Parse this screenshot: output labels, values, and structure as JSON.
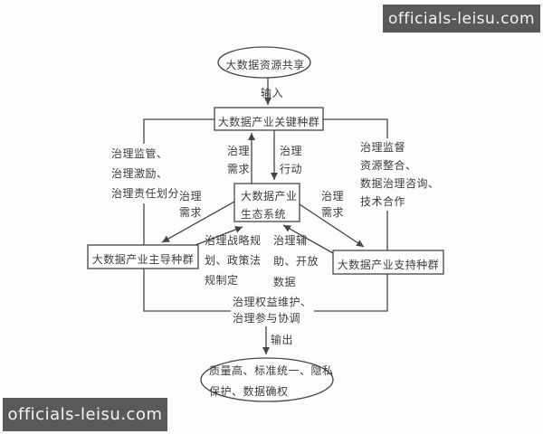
{
  "colors": {
    "line": "#454545",
    "text": "#3c3c3c",
    "watermark_bg": "#59595a",
    "watermark_text": "#f5f5f5",
    "background": "#fdfdfd"
  },
  "watermark_top": "officials-leisu.com",
  "watermark_bottom": "officials-leisu.com",
  "nodes": {
    "source_ellipse": "大数据资源共享",
    "key_population_box": "大数据产业关键种群",
    "ecosystem_box": "大数据产业\n生态系统",
    "leading_population_box": "大数据产业主导种群",
    "support_population_box": "大数据产业支持种群",
    "output_ellipse": "质量高、标准统一、隐私\n保护、数据确权"
  },
  "edge_labels": {
    "input": "输入",
    "output": "输出",
    "governance_demand_up": "治理\n需求",
    "governance_action_down": "治理\n行动",
    "left_branch_functions": "治理监管、\n治理激励、\n治理责任划分",
    "right_branch_functions": "治理监督\n资源整合、\n数据治理咨询、\n技术合作",
    "governance_demand_to_leading": "治理\n需求",
    "governance_demand_to_support": "治理\n需求",
    "strategy_policy": "治理战略规\n划、政策法\n规制定",
    "assist_open_data": "治理辅\n助、开放\n数据",
    "rights_coordination": "治理权益维护、\n治理参与协调"
  }
}
